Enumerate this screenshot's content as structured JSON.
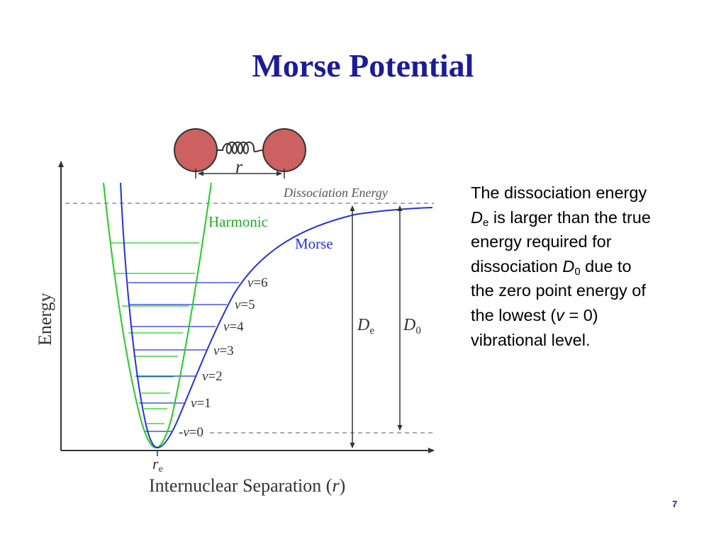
{
  "slide": {
    "title": "Morse Potential",
    "page_number": "7"
  },
  "diagram": {
    "y_axis_label": "Energy",
    "x_axis_label_prefix": "Internuclear Separation (",
    "x_axis_label_var": "r",
    "x_axis_label_suffix": ")",
    "spring_label": "r",
    "re_label_main": "r",
    "re_label_sub": "e",
    "dissociation_label": "Dissociation Energy",
    "harmonic_label": "Harmonic",
    "morse_label": "Morse",
    "de_label_main": "D",
    "de_label_sub": "e",
    "d0_label_main": "D",
    "d0_label_sub": "0",
    "levels": [
      {
        "v": "v",
        "eq": "=6"
      },
      {
        "v": "v",
        "eq": "=5"
      },
      {
        "v": "v",
        "eq": "=4"
      },
      {
        "v": "v",
        "eq": "=3"
      },
      {
        "v": "v",
        "eq": "=2"
      },
      {
        "v": "v",
        "eq": "=1"
      },
      {
        "v": "v",
        "eq": "=0"
      }
    ],
    "colors": {
      "harmonic": "#22cc22",
      "morse": "#2233dd",
      "atom": "#cd6060",
      "axis": "#333333",
      "dashed": "#777777"
    }
  },
  "text": {
    "line1": "The dissociation energy",
    "line2_D": "D",
    "line2_sub": "e",
    "line2_rest": " is larger than the true",
    "line3": "energy required for",
    "line4_pre": "dissociation ",
    "line4_D": "D",
    "line4_sub": "0",
    "line4_post": " due to",
    "line5": "the zero point energy of",
    "line6_pre": "the lowest (",
    "line6_v": "v",
    "line6_post": " = 0)",
    "line7": "vibrational level."
  }
}
